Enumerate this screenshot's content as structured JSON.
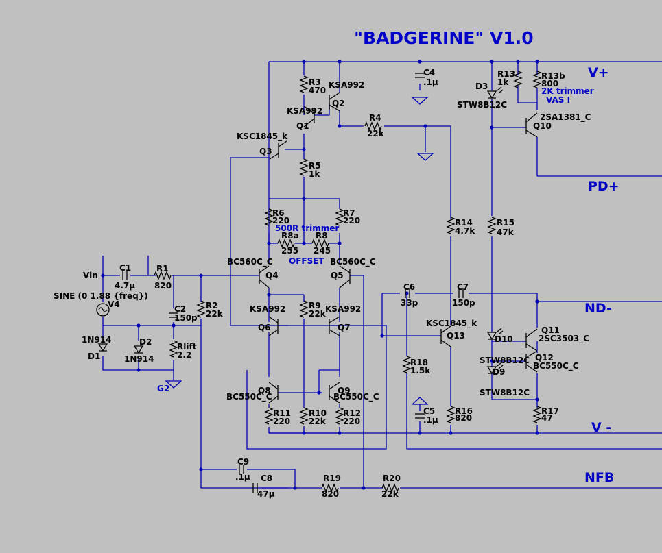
{
  "title": "\"BADGERINE\" V1.0",
  "nets": {
    "vplus": "V+",
    "pdplus": "PD+",
    "ndminus": "ND-",
    "vminus": "V -",
    "nfb": "NFB",
    "vin": "Vin",
    "g2": "G2"
  },
  "notes": {
    "trimmer_500r": "500R trimmer",
    "offset": "OFFSET",
    "trimmer_2k": "2K trimmer",
    "vas_i": "VAS I"
  },
  "source": {
    "name": "V4",
    "value": "SINE (0 1.88 {freq})"
  },
  "components": [
    {
      "name": "C1",
      "value": "4.7µ"
    },
    {
      "name": "R1",
      "value": "820"
    },
    {
      "name": "C2",
      "value": "150p"
    },
    {
      "name": "R2",
      "value": "22k"
    },
    {
      "name": "D1",
      "value": "1N914"
    },
    {
      "name": "D2",
      "value": "1N914"
    },
    {
      "name": "Rlift",
      "value": "2.2"
    },
    {
      "name": "R3",
      "value": "470"
    },
    {
      "name": "Q2",
      "value": "KSA992"
    },
    {
      "name": "Q1",
      "value": "KSA992"
    },
    {
      "name": "Q3",
      "value": "KSC1845_k"
    },
    {
      "name": "R5",
      "value": "1k"
    },
    {
      "name": "R4",
      "value": "22k"
    },
    {
      "name": "C4",
      "value": ".1µ"
    },
    {
      "name": "R6",
      "value": "220"
    },
    {
      "name": "R7",
      "value": "220"
    },
    {
      "name": "R8a",
      "value": "255"
    },
    {
      "name": "R8",
      "value": "245"
    },
    {
      "name": "Q4",
      "value": "BC560C_C"
    },
    {
      "name": "Q5",
      "value": "BC560C_C"
    },
    {
      "name": "R9",
      "value": "22k"
    },
    {
      "name": "Q6",
      "value": "KSA992"
    },
    {
      "name": "Q7",
      "value": "KSA992"
    },
    {
      "name": "Q8",
      "value": "BC550C_C"
    },
    {
      "name": "Q9",
      "value": "BC550C_C"
    },
    {
      "name": "R11",
      "value": "220"
    },
    {
      "name": "R10",
      "value": "22k"
    },
    {
      "name": "R12",
      "value": "220"
    },
    {
      "name": "R14",
      "value": "4.7k"
    },
    {
      "name": "C6",
      "value": "33p"
    },
    {
      "name": "C7",
      "value": "150p"
    },
    {
      "name": "Q13",
      "value": "KSC1845_k"
    },
    {
      "name": "R18",
      "value": "1.5k"
    },
    {
      "name": "C5",
      "value": ".1µ"
    },
    {
      "name": "R16",
      "value": "820"
    },
    {
      "name": "D3",
      "value": "STW8B12C"
    },
    {
      "name": "R13",
      "value": "1k"
    },
    {
      "name": "R13b",
      "value": "800"
    },
    {
      "name": "Q10",
      "value": "2SA1381_C"
    },
    {
      "name": "R15",
      "value": "47k"
    },
    {
      "name": "Q11",
      "value": "2SC3503_C"
    },
    {
      "name": "Q12",
      "value": "BC550C_C"
    },
    {
      "name": "D10",
      "value": "STW8B12C"
    },
    {
      "name": "D9",
      "value": "STW8B12C"
    },
    {
      "name": "R17",
      "value": "47"
    },
    {
      "name": "C9",
      "value": ".1µ"
    },
    {
      "name": "C8",
      "value": "47µ"
    },
    {
      "name": "R19",
      "value": "820"
    },
    {
      "name": "R20",
      "value": "22k"
    }
  ]
}
